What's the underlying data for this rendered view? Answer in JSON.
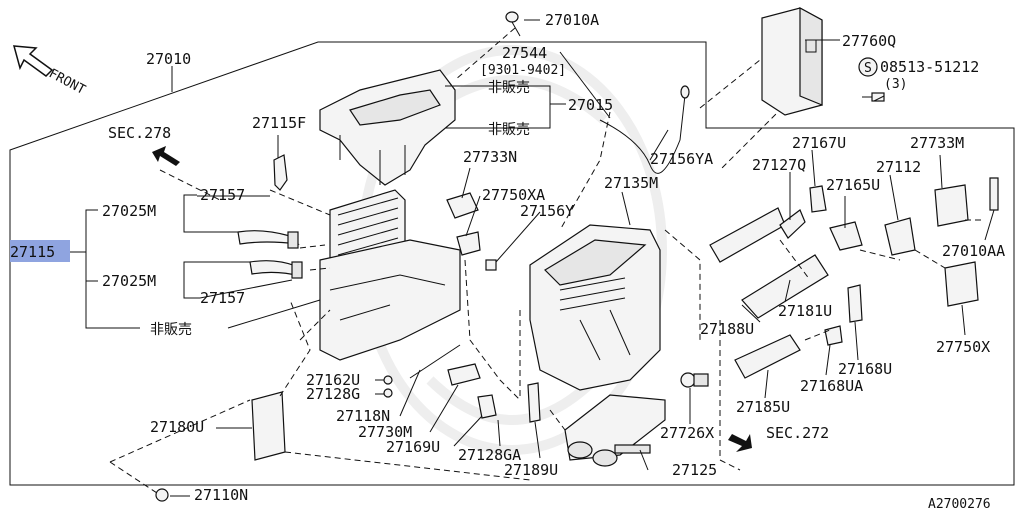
{
  "diagram": {
    "front_label": "FRONT",
    "ref_code": "A2700276",
    "highlight_color": "#8fa4e0",
    "labels": {
      "p27010A": "27010A",
      "p27010": "27010",
      "p27544": "27544",
      "p9301": "[9301-9402]",
      "hanbai1": "非販売",
      "p27015": "27015",
      "hanbai2": "非販売",
      "p27760Q": "27760Q",
      "p08513": "08513-51212",
      "p08513qty": "(3)",
      "sec278": "SEC.278",
      "p27115F": "27115F",
      "p27733N": "27733N",
      "p27156YA": "27156YA",
      "p27167U": "27167U",
      "p27733M": "27733M",
      "p27157a": "27157",
      "p27750XA": "27750XA",
      "p27135M": "27135M",
      "p27127Q": "27127Q",
      "p27165U": "27165U",
      "p27112": "27112",
      "p27025Ma": "27025M",
      "p27156Y": "27156Y",
      "p27115": "27115",
      "p27010AA": "27010AA",
      "p27025Mb": "27025M",
      "p27157b": "27157",
      "p27181U": "27181U",
      "p27750X": "27750X",
      "hanbai3": "非販売",
      "p27188U": "27188U",
      "p27168U": "27168U",
      "p27162U": "27162U",
      "p27128G": "27128G",
      "p27168UA": "27168UA",
      "p27118N": "27118N",
      "p27185U": "27185U",
      "p27180U": "27180U",
      "p27730M": "27730M",
      "p27726X": "27726X",
      "sec272": "SEC.272",
      "p27169U": "27169U",
      "p27128GA": "27128GA",
      "p27189U": "27189U",
      "p27125": "27125",
      "p27110N": "27110N"
    }
  }
}
